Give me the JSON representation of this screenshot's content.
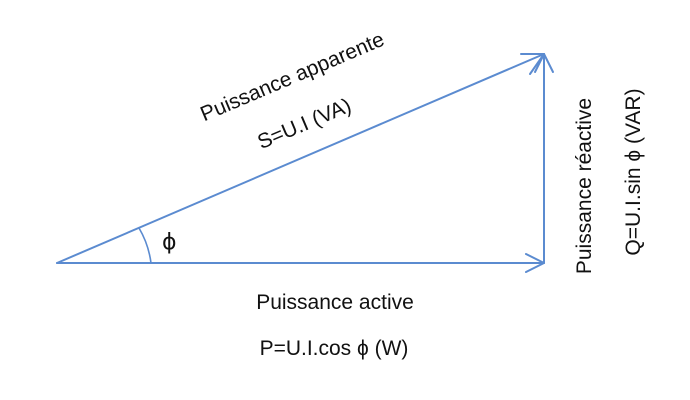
{
  "diagram": {
    "type": "power-triangle",
    "angle_symbol": "ϕ",
    "colors": {
      "vector": "#5b8bd0",
      "text": "#111111",
      "background": "#ffffff"
    },
    "hypotenuse": {
      "name": "Puissance apparente",
      "formula": "S=U.I (VA)"
    },
    "base": {
      "name": "Puissance active",
      "formula": "P=U.I.cos ϕ (W)"
    },
    "vertical": {
      "name": "Puissance réactive",
      "formula": "Q=U.I.sin ϕ (VAR)"
    }
  }
}
